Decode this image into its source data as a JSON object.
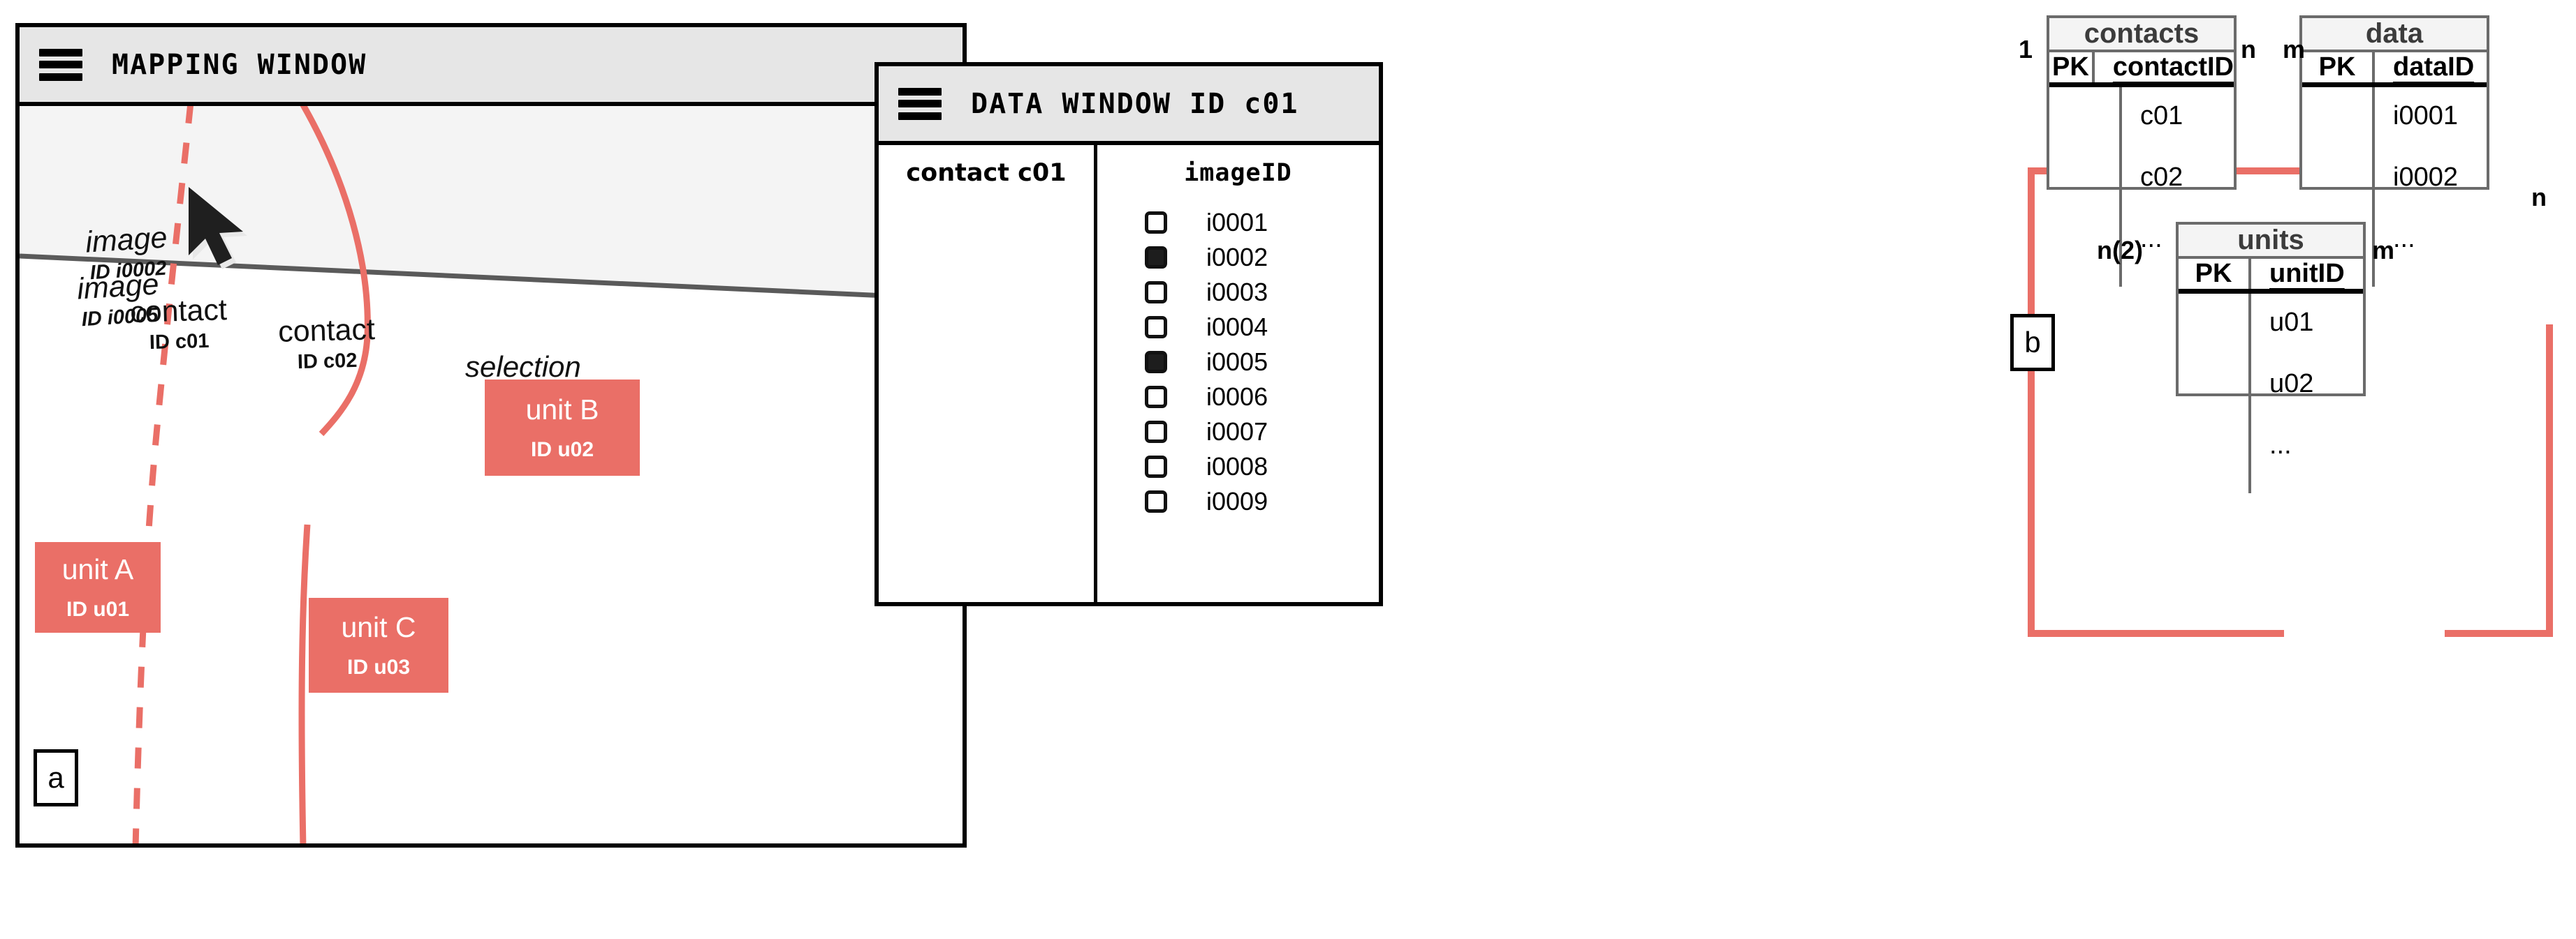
{
  "panel_a": {
    "letter": "a",
    "mapping_window": {
      "title": "MAPPING WINDOW",
      "menu_icon": "hamburger-menu-icon",
      "selection_label": "selection",
      "cursor_icon": "mouse-pointer-icon",
      "images": [
        {
          "name": "image",
          "id": "ID i0002"
        },
        {
          "name": "image",
          "id": "ID i0005"
        }
      ],
      "contacts": [
        {
          "name": "contact",
          "id": "ID c01"
        },
        {
          "name": "contact",
          "id": "ID c02"
        }
      ],
      "units": [
        {
          "name": "unit A",
          "id": "ID u01"
        },
        {
          "name": "unit B",
          "id": "ID u02"
        },
        {
          "name": "unit C",
          "id": "ID u03"
        }
      ]
    },
    "data_window": {
      "title": "DATA WINDOW ID c01",
      "menu_icon": "hamburger-menu-icon",
      "contact_column_title": "contact c01",
      "image_column_title": "imageID",
      "rows": [
        {
          "label": "i0001",
          "checked": false
        },
        {
          "label": "i0002",
          "checked": true
        },
        {
          "label": "i0003",
          "checked": false
        },
        {
          "label": "i0004",
          "checked": false
        },
        {
          "label": "i0005",
          "checked": true
        },
        {
          "label": "i0006",
          "checked": false
        },
        {
          "label": "i0007",
          "checked": false
        },
        {
          "label": "i0008",
          "checked": false
        },
        {
          "label": "i0009",
          "checked": false
        }
      ]
    }
  },
  "panel_b": {
    "letter": "b",
    "tables": [
      {
        "name": "contacts",
        "key_label": "PK",
        "key_field": "contactID",
        "rows": [
          "c01",
          "c02",
          "..."
        ]
      },
      {
        "name": "data",
        "key_label": "PK",
        "key_field": "dataID",
        "rows": [
          "i0001",
          "i0002",
          "..."
        ]
      },
      {
        "name": "units",
        "key_label": "PK",
        "key_field": "unitID",
        "rows": [
          "u01",
          "u02",
          "..."
        ]
      }
    ],
    "cardinalities": {
      "contacts_left": "1",
      "contacts_right": "n",
      "data_left": "m",
      "data_bottom": "n",
      "units_left": "n(2)",
      "units_right": "m"
    }
  },
  "colors": {
    "accent_red": "#ea6f67",
    "titlebar_gray": "#e6e6e6",
    "surface_gray": "#f4f4f4",
    "line_gray": "#6b6b6b"
  }
}
